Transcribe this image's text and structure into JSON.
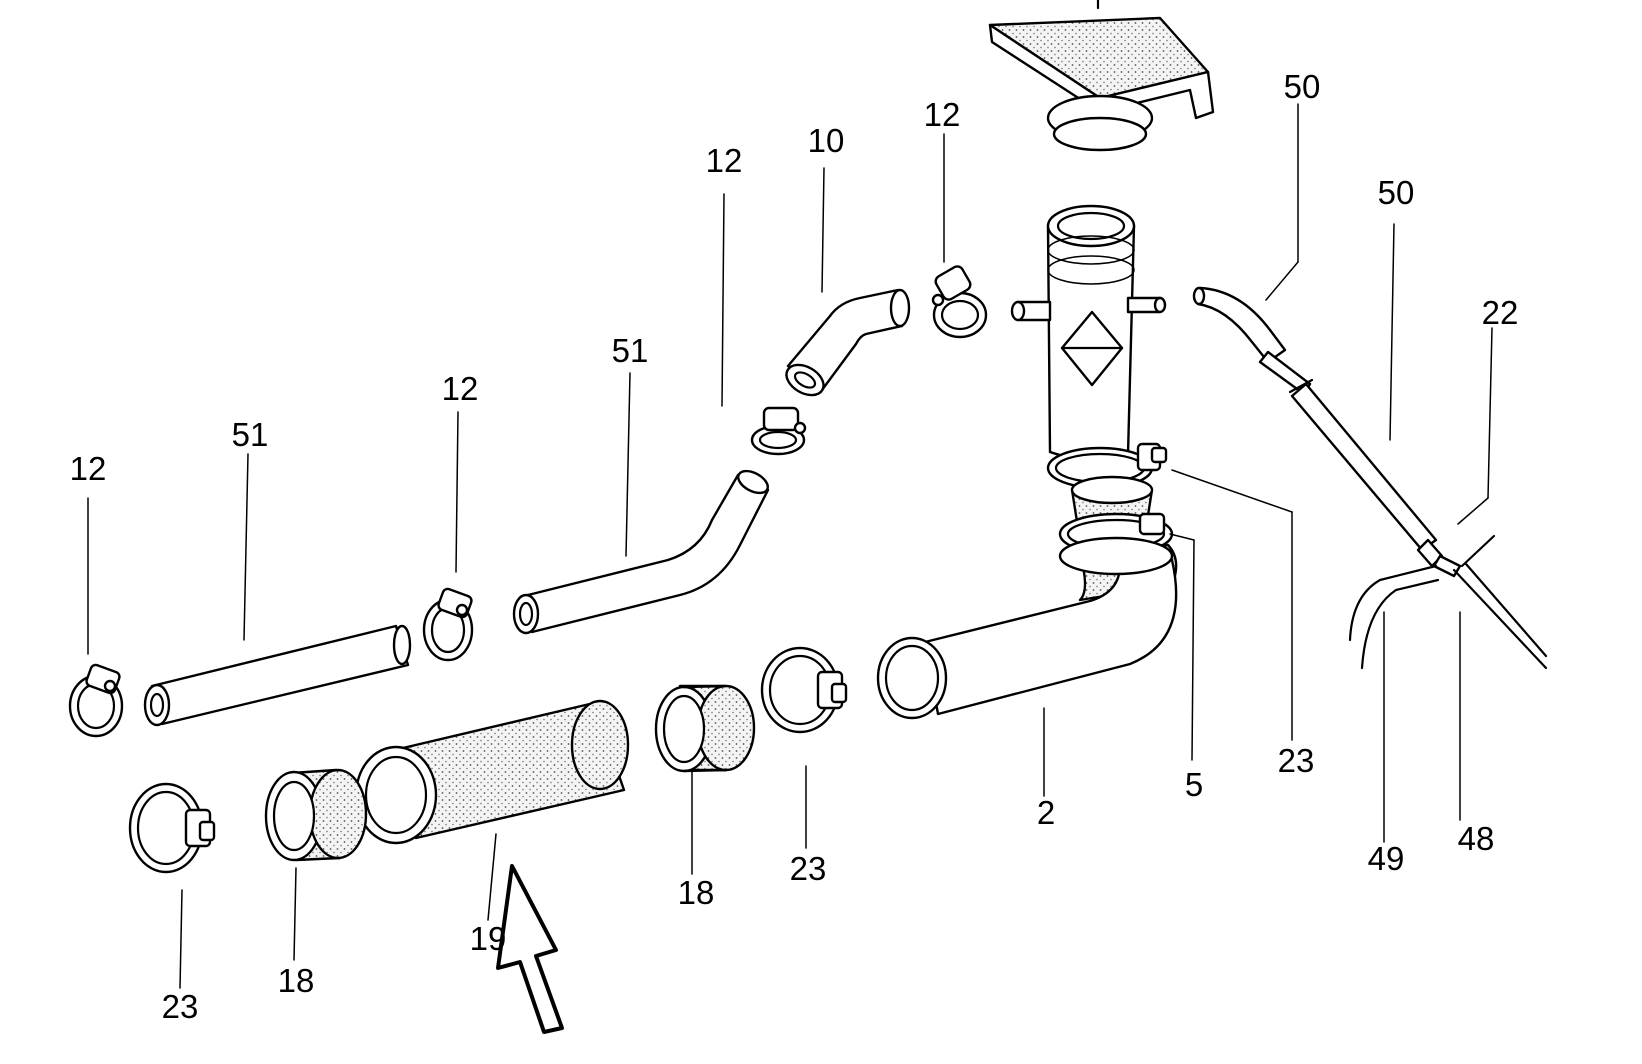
{
  "labels": {
    "p2": "2",
    "p5": "5",
    "p10": "10",
    "p12a": "12",
    "p12b": "12",
    "p12c": "12",
    "p12d": "12",
    "p18a": "18",
    "p18b": "18",
    "p19": "19",
    "p22": "22",
    "p23a": "23",
    "p23b": "23",
    "p23c": "23",
    "p48": "48",
    "p49": "49",
    "p50a": "50",
    "p50b": "50",
    "p51a": "51",
    "p51b": "51"
  },
  "colors": {
    "line": "#000000",
    "background": "#ffffff"
  }
}
